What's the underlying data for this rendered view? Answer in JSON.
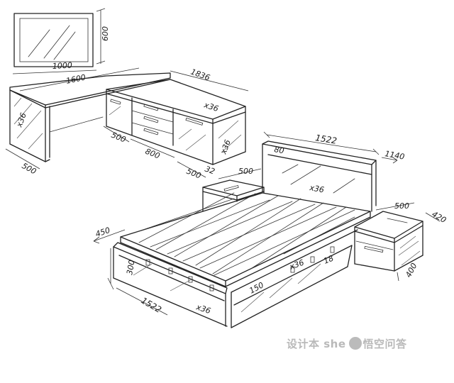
{
  "dimensions": {
    "mirror_height": "600",
    "mirror_width": "1000",
    "desk_length": "1600",
    "desk_depth": "500",
    "desk_thickness": "x36",
    "cabinet_length": "1836",
    "cabinet_thickness": "x36",
    "cabinet_side_thickness": "x36",
    "cabinet_depth": "500",
    "drawer_width": "800",
    "cabinet_front_depth": "500",
    "cabinet_edge": "32",
    "nightstand_left_depth": "500",
    "headboard_width": "1522",
    "headboard_height": "1140",
    "headboard_top": "80",
    "headboard_thickness": "x36",
    "nightstand_right_depth": "500",
    "nightstand_right_width": "420",
    "nightstand_right_height": "400",
    "bed_frame_end": "450",
    "bed_footboard_height": "300",
    "bed_width": "1522",
    "bed_side_thickness": "x36",
    "bed_inner_thickness": "x36",
    "bed_rail": "18",
    "bed_rail_height": "150"
  },
  "watermark": {
    "text_left": "设计本 she",
    "text_right": "悟空问答"
  }
}
